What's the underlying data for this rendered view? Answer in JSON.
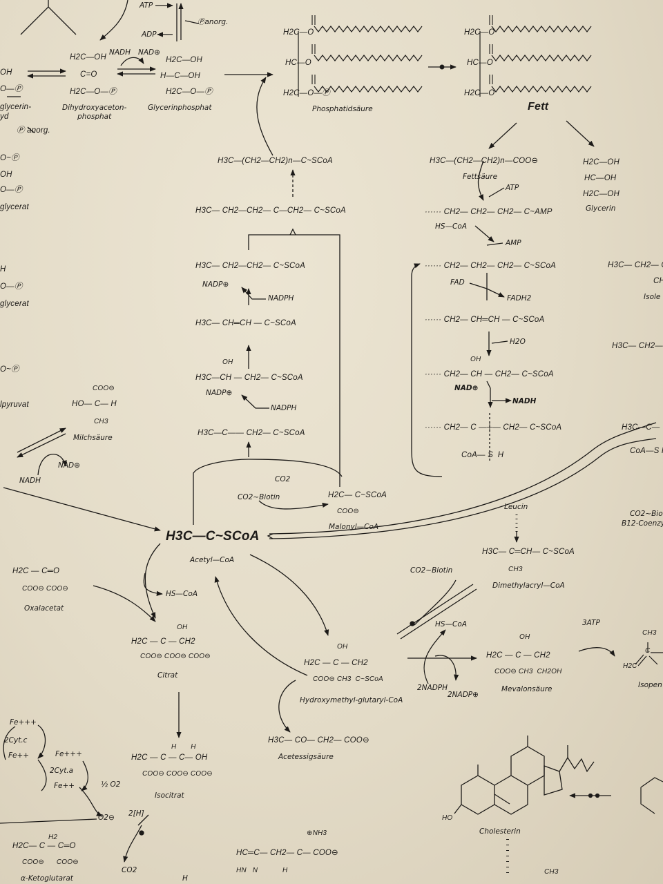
{
  "compounds": {
    "dihydroxyaceton": {
      "f1": "H2C—OH",
      "f2": "C=O",
      "f3": "H2C—O—Ⓟ",
      "name": "Dihydroxyaceton-\nphosphat"
    },
    "glycerinphosphat": {
      "f1": "H2C—OH",
      "f2": "H—C—OH",
      "f3": "H2C—O—Ⓟ",
      "name": "Glycerinphosphat"
    },
    "phosphatidsaeure": {
      "f1": "H2C—O",
      "f2": "HC—O",
      "f3": "H2C—O—Ⓟ",
      "name": "Phosphatidsäure"
    },
    "fett": {
      "f1": "H2C—O",
      "f2": "HC—O",
      "f3": "H2C—O",
      "name": "Fett"
    },
    "acylcoa_top": {
      "f1": "H3C—(CH2—CH2)n—C~SCoA"
    },
    "ketoacyl": {
      "f1": "H3C— CH2—CH2— C—CH2— C~SCoA"
    },
    "butyryl": {
      "f1": "H3C— CH2—CH2— C~SCoA"
    },
    "crotonyl": {
      "f1": "H3C— CH═CH — C~SCoA"
    },
    "hydroxybutyryl": {
      "oh": "OH",
      "f1": "H3C—CH — CH2— C~SCoA"
    },
    "acetoacetyl": {
      "f1": "H3C—C—— CH2— C~SCoA"
    },
    "malonyl": {
      "f1": "H2C— C~SCoA",
      "f2": "COO⊖",
      "name": "Malonyl—CoA"
    },
    "acetyl": {
      "f1": "H3C—C~SCoA",
      "name": "Acetyl—CoA"
    },
    "fettsaeure": {
      "f1": "H3C—(CH2—CH2)n—COO⊖",
      "name": "Fettsäure"
    },
    "glycerin": {
      "f1": "H2C—OH",
      "f2": "HC—OH",
      "f3": "H2C—OH",
      "name": "Glycerin"
    },
    "acyl_amp": {
      "f1": "······ CH2— CH2— CH2— C~AMP"
    },
    "acyl_coa": {
      "f1": "······ CH2— CH2— CH2— C~SCoA"
    },
    "enoyl": {
      "f1": "······ CH2— CH═CH — C~SCoA"
    },
    "hydroxyacyl": {
      "oh": "OH",
      "f1": "······ CH2— CH — CH2— C~SCoA"
    },
    "ketoacyl_ox": {
      "f1": "······ CH2— C —┼— CH2— C~SCoA",
      "f2": "CoA— S  H"
    },
    "milchsaeure": {
      "f1": "COO⊖",
      "f2": "HO— C— H",
      "f3": "CH3",
      "name": "Milchsäure"
    },
    "oxalacetat": {
      "f1": "H2C — C═O",
      "f2": "COO⊖ COO⊖",
      "name": "Oxalacetat"
    },
    "citrat": {
      "oh": "OH",
      "f1": "H2C — C — CH2",
      "f2": "COO⊖ COO⊖ COO⊖",
      "name": "Citrat"
    },
    "isocitrat": {
      "h": "H       H",
      "f1": "H2C — C — C— OH",
      "f2": "COO⊖ COO⊖ COO⊖",
      "name": "Isocitrat"
    },
    "hmg": {
      "oh": "OH",
      "f1": "H2C — C — CH2",
      "f2": "COO⊖ CH3  C~SCoA",
      "name": "Hydroxymethyl-glutaryl-CoA"
    },
    "mevalon": {
      "oh": "OH",
      "f1": "H2C — C — CH2",
      "f2": "COO⊖ CH3  CH2OH",
      "name": "Mevalonsäure"
    },
    "acetessig": {
      "f1": "H3C— CO— CH2— COO⊖",
      "name": "Acetessigsäure"
    },
    "dimethylacryl": {
      "f1": "H3C— C═CH— C~SCoA",
      "f2": "CH3",
      "name": "Dimethylacryl—CoA"
    },
    "leucin": {
      "name": "Leucin"
    },
    "cholesterin": {
      "ho": "HO",
      "name": "Cholesterin"
    },
    "isopen": {
      "f1": "CH3",
      "f2": "C",
      "f3": "H2C",
      "name": "Isopen"
    },
    "ketoglutarat": {
      "h2": "H2",
      "f1": "H2C— C — C═O",
      "f2": "COO⊖      COO⊖",
      "name": "α-Ketoglutarat"
    },
    "histidin": {
      "nh3": "⊕NH3",
      "f1": "HC═C— CH2— C— COO⊖",
      "f2": "HN   N            H"
    }
  },
  "left_edge": {
    "l1": "OH",
    "l2": "O—Ⓟ",
    "l3": "glycerin-",
    "l4": "yd",
    "l5": "Ⓟ anorg.",
    "l6": "O~Ⓟ",
    "l7": "OH",
    "l8": "O—Ⓟ",
    "l9": "glycerat",
    "l10": "H",
    "l11": "O—Ⓟ",
    "l12": "glycerat",
    "l13": "O~Ⓟ",
    "l14": "lpyruvat"
  },
  "right_edge": {
    "r1": "H3C— CH2— CH",
    "r2": "CH",
    "r3": "Isole",
    "r4": "H3C— CH2—",
    "r5": "H3C—C—",
    "r6": "CoA—S H",
    "r7": "CO2~Bio",
    "r8": "B12-Coenzy"
  },
  "cofactors": {
    "atp_top": "ATP",
    "adp_top": "ADP",
    "p_anorg": "Ⓟanorg.",
    "nadh_top": "NADH",
    "nad_top": "NAD⊕",
    "atp_fa": "ATP",
    "amp_fa": "AMP",
    "hs_coa_fa": "HS—CoA",
    "fad": "FAD",
    "fadh2": "FADH2",
    "h2o": "H2O",
    "nad_fa": "NAD⊕",
    "nadh_fa": "NADH",
    "nadp1": "NADP⊕",
    "nadph1": "NADPH",
    "nadp2": "NADP⊕",
    "nadph2": "NADPH",
    "co2_syn": "CO2",
    "co2_biotin1": "CO2~Biotin",
    "co2_biotin2": "CO2~Biotin",
    "nadh_lac": "NADH",
    "nad_lac": "NAD⊕",
    "hs_coa_acetyl": "HS—CoA",
    "hs_coa_hmg": "HS—CoA",
    "nadph_hmg": "2NADPH",
    "nadp_hmg": "2NADP⊕",
    "atp3": "3ATP",
    "fe1": "Fe+++",
    "cytc": "2Cyt.c",
    "fe2": "Fe++",
    "fe3": "Fe+++",
    "cyta": "2Cyt.a",
    "fe4": "Fe++",
    "half_o2": "½ O2",
    "o2": "O2⊖",
    "two_h": "2[H]",
    "co2_bottom": "CO2",
    "h_bottom": "H",
    "ch3_bottom": "CH3"
  }
}
